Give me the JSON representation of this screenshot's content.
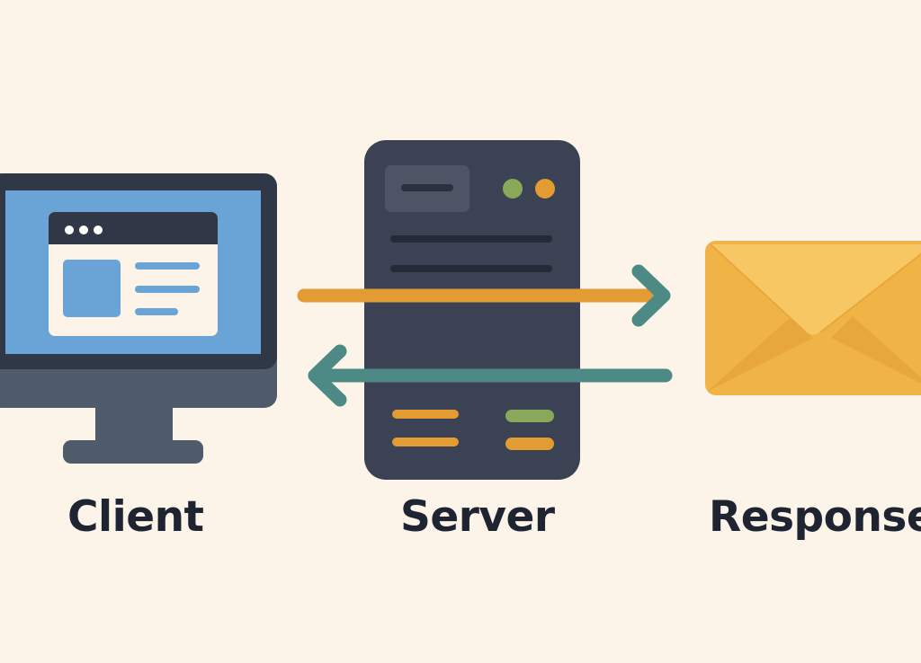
{
  "labels": {
    "client": "Client",
    "server": "Server",
    "response": "Response"
  },
  "colors": {
    "background": "#fcf4e8",
    "client_screen": "#6aa4d6",
    "monitor_frame": "#303747",
    "server_body": "#3b4253",
    "request_arrow": "#e39b33",
    "response_arrow": "#4d8a86",
    "envelope": "#f0b446",
    "status_green": "#8aa85a",
    "status_orange": "#e39b33"
  },
  "icons": {
    "client": "monitor-icon",
    "server": "server-icon",
    "response": "envelope-icon"
  }
}
